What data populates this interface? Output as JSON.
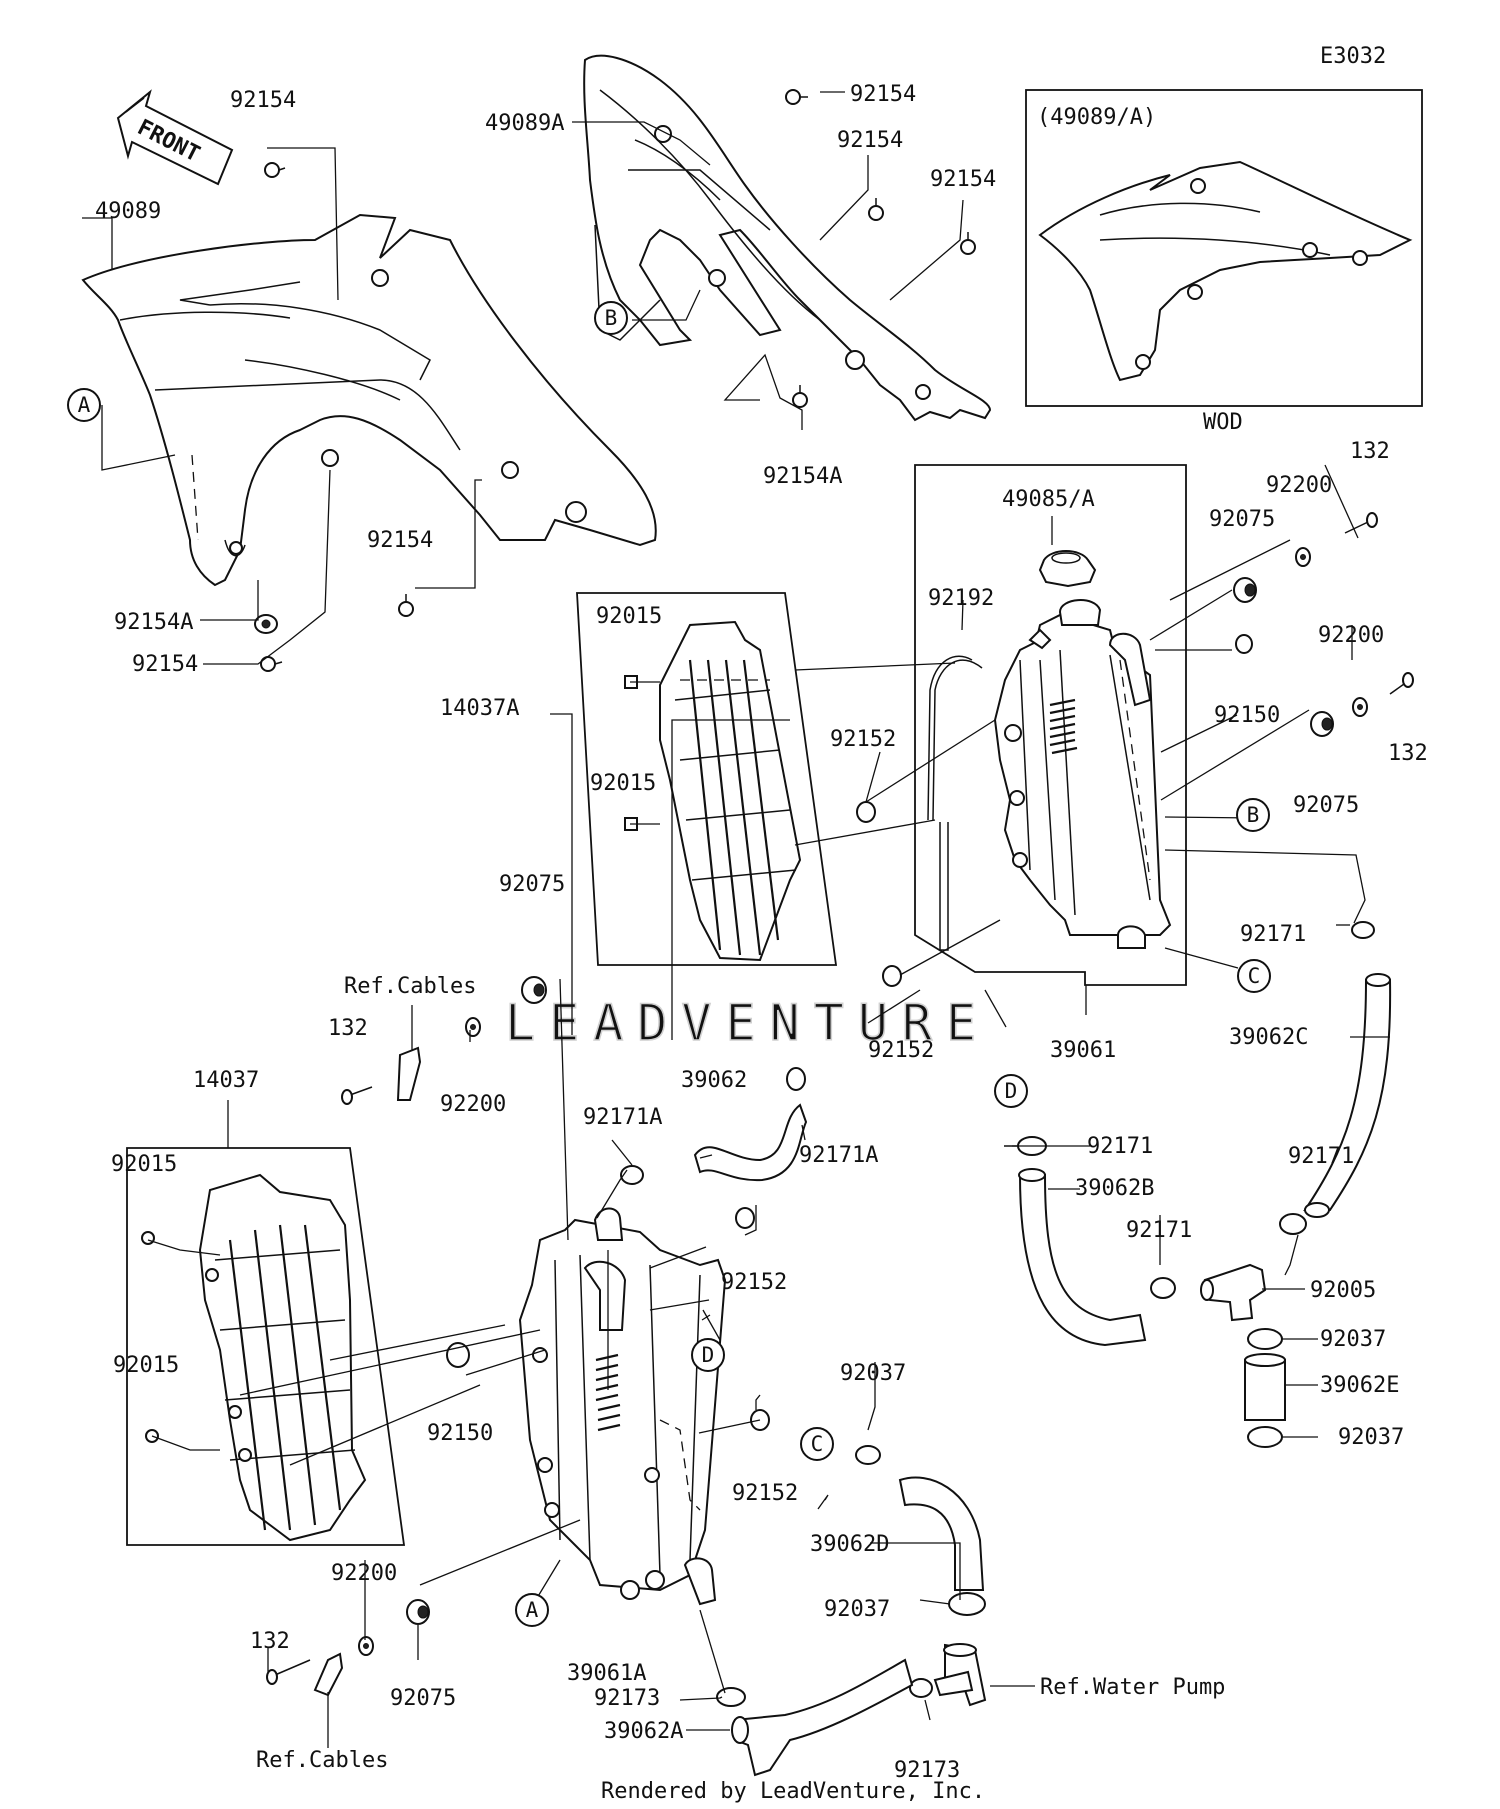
{
  "diagram_code": "E3032",
  "front_arrow_label": "FRONT",
  "inset": {
    "title": "(49089/A)",
    "note": "WOD"
  },
  "watermark": "LEADVENTURE",
  "footer": "Rendered by LeadVenture, Inc.",
  "callouts": {
    "a": "A",
    "b": "B",
    "c": "C",
    "d": "D"
  },
  "parts": {
    "shroud_left": "49089",
    "shroud_right": "49089A",
    "bolt_92154": "92154",
    "bolt_92154a": "92154A",
    "cap": "49085/A",
    "breather_hose": "92192",
    "collar_92075": "92075",
    "washer_92200": "92200",
    "bolt_132": "132",
    "grommet_92152": "92152",
    "grommet_92150": "92150",
    "guard_right": "14037A",
    "guard_left": "14037",
    "bolt_92015": "92015",
    "radiator_right": "39061",
    "radiator_left": "39061A",
    "clamp_92171": "92171",
    "clamp_92171a": "92171A",
    "clamp_92173": "92173",
    "clamp_92037": "92037",
    "hose_39062": "39062",
    "hose_39062a": "39062A",
    "hose_39062b": "39062B",
    "hose_39062c": "39062C",
    "hose_39062d": "39062D",
    "hose_39062e": "39062E",
    "joint_92005": "92005",
    "ref_cables": "Ref.Cables",
    "ref_water_pump": "Ref.Water Pump"
  }
}
